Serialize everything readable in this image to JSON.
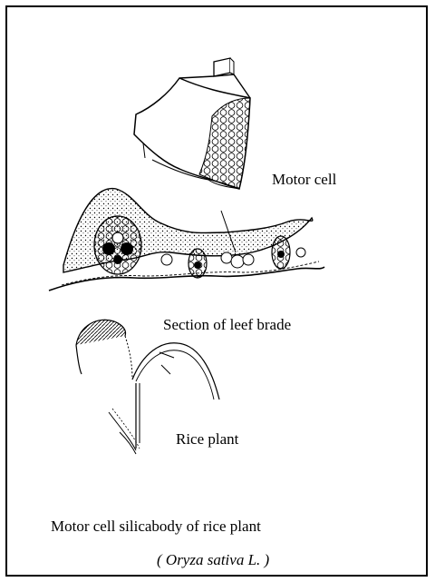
{
  "labels": {
    "motor_cell": "Motor cell",
    "section": "Section of leef brade",
    "rice_plant": "Rice plant"
  },
  "caption": {
    "title": "Motor cell silicabody of rice plant",
    "species": "( Oryza sativa L. )"
  }
}
